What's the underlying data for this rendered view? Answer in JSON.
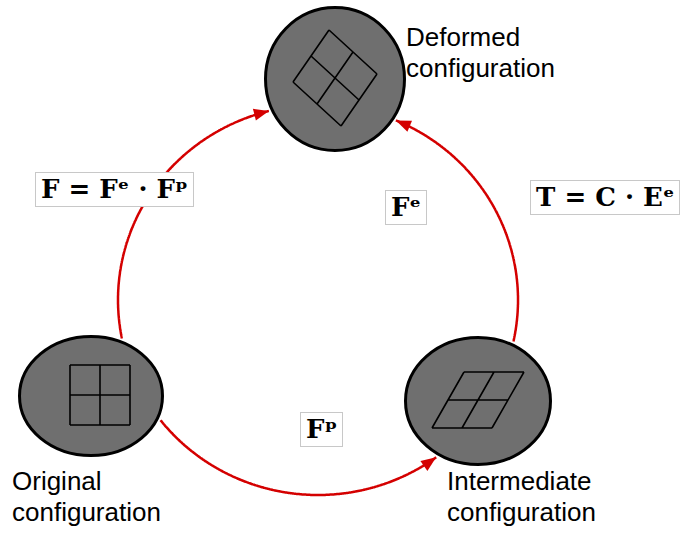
{
  "diagram": {
    "nodes": [
      {
        "text": [
          "Deformed configuration"
        ]
      },
      {
        "text": [
          "Original configuration"
        ]
      },
      {
        "text": [
          "Intermediate configuration"
        ]
      }
    ],
    "edges": [
      {
        "from": 1,
        "to": 2,
        "arrow": "to",
        "label": "Fᵖ"
      },
      {
        "from": 2,
        "to": 0,
        "arrow": "to",
        "label": "Fᵉ"
      },
      {
        "from": 1,
        "to": 0,
        "arrow": "to",
        "label": "F = Fᵉ · Fᵖ"
      }
    ],
    "labels": [
      "T = C · Eᵉ"
    ]
  }
}
